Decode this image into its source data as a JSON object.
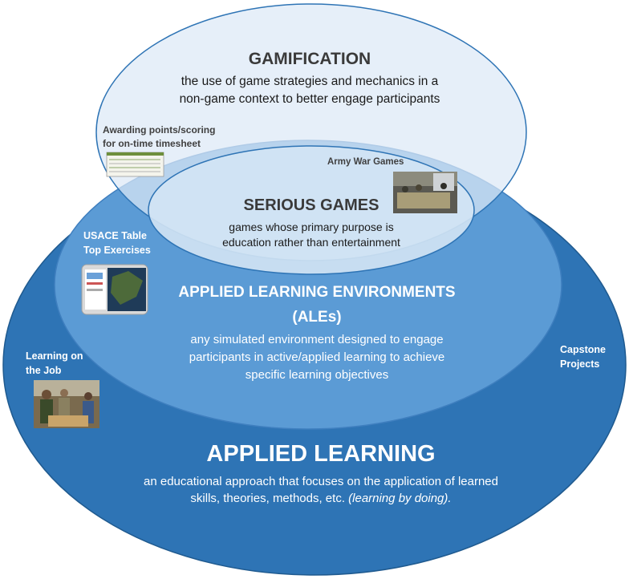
{
  "gamification": {
    "title": "GAMIFICATION",
    "desc_line1": "the use of game strategies and mechanics in a",
    "desc_line2": "non-game context to better engage participants",
    "example_line1": "Awarding points/scoring",
    "example_line2": "for on-time timesheet"
  },
  "serious_games": {
    "title": "SERIOUS GAMES",
    "desc_line1": "games whose primary purpose is",
    "desc_line2": "education rather than entertainment",
    "example": "Army War Games"
  },
  "ale": {
    "title_line1": "APPLIED LEARNING ENVIRONMENTS",
    "title_line2": "(ALEs)",
    "desc_line1": "any simulated environment designed to engage",
    "desc_line2": "participants in active/applied learning to achieve",
    "desc_line3": "specific learning objectives",
    "example_line1": "USACE Table",
    "example_line2": "Top Exercises"
  },
  "applied_learning": {
    "title": "APPLIED LEARNING",
    "desc_line1": "an educational approach that focuses on the application of learned",
    "desc_line2_plain": "skills, theories, methods, etc. ",
    "desc_line2_italic": "(learning by doing).",
    "example_left_line1": "Learning on",
    "example_left_line2": "the Job",
    "example_right_line1": "Capstone",
    "example_right_line2": "Projects"
  },
  "colors": {
    "outer": "#2e74b5",
    "ale": "#5b9bd5",
    "gamification": "#c5daf0",
    "serious": "#d6e6f5"
  }
}
